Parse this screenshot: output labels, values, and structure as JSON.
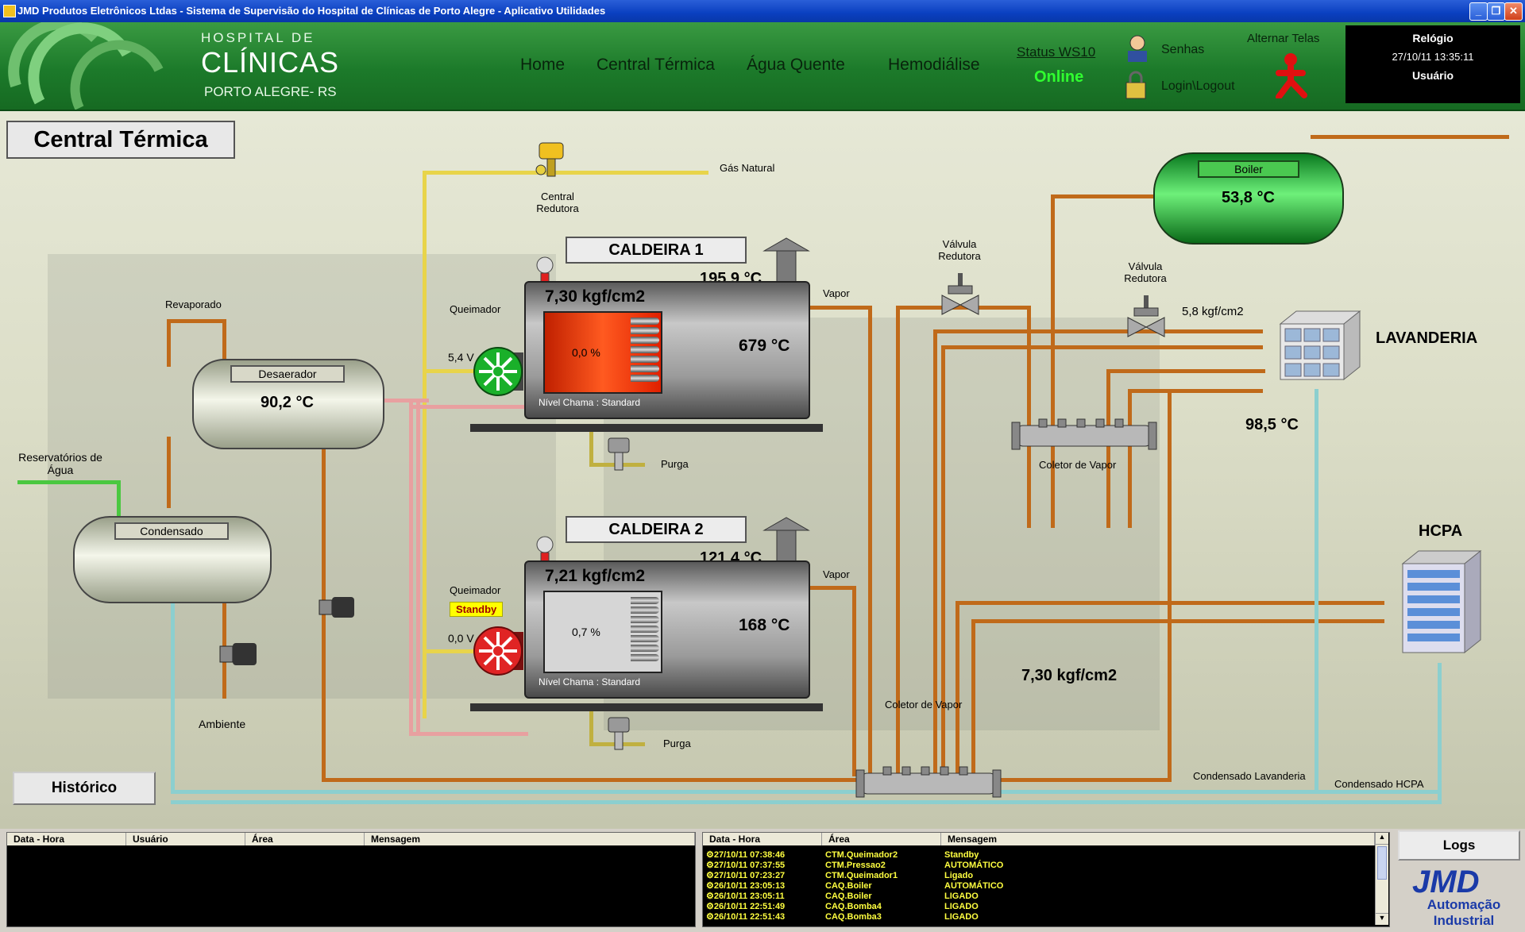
{
  "window": {
    "title": "JMD Produtos Eletrônicos Ltdas - Sistema de Supervisão do Hospital de Clínicas de Porto Alegre - Aplicativo Utilidades"
  },
  "header": {
    "logo_line1": "HOSPITAL DE",
    "logo_line2": "CLÍNICAS",
    "logo_line3": "PORTO ALEGRE- RS",
    "nav": [
      "Home",
      "Central Térmica",
      "Água Quente",
      "Hemodiálise"
    ],
    "status_label": "Status WS10",
    "status_value": "Online",
    "senhas": "Senhas",
    "login": "Login\\Logout",
    "alternar": "Alternar Telas",
    "relogio_label": "Relógio",
    "relogio_value": "27/10/11 13:35:11",
    "usuario_label": "Usuário"
  },
  "page": {
    "title": "Central Térmica",
    "historico": "Histórico"
  },
  "diagram": {
    "gas_natural": "Gás Natural",
    "central_redutora": "Central Redutora",
    "revaporado": "Revaporado",
    "desaerador": {
      "label": "Desaerador",
      "value": "90,2 °C"
    },
    "reservatorios": "Reservatórios de Água",
    "condensado": {
      "label": "Condensado"
    },
    "ambiente": "Ambiente",
    "caldeira1": {
      "title": "CALDEIRA 1",
      "temp_top": "195,9 °C",
      "pressure": "7,30 kgf/cm2",
      "flame_pct": "0,0 %",
      "temp_body": "679 °C",
      "nivel": "Nível Chama :  Standard",
      "queimador": "Queimador",
      "volt": "5,4 V",
      "vapor": "Vapor",
      "purga": "Purga"
    },
    "caldeira2": {
      "title": "CALDEIRA 2",
      "temp_top": "121,4 °C",
      "pressure": "7,21 kgf/cm2",
      "flame_pct": "0,7 %",
      "temp_body": "168 °C",
      "nivel": "Nível Chama :  Standard",
      "queimador": "Queimador",
      "standby": "Standby",
      "volt": "0,0 V",
      "vapor": "Vapor",
      "purga": "Purga"
    },
    "valvula1": "Válvula Redutora",
    "valvula2": "Válvula Redutora",
    "valv2_pressure": "5,8 kgf/cm2",
    "boiler": {
      "label": "Boiler",
      "value": "53,8 °C"
    },
    "lavanderia": "LAVANDERIA",
    "lav_temp": "98,5 °C",
    "coletor1": "Coletor de Vapor",
    "coletor2": "Coletor de Vapor",
    "coletor2_pressure": "7,30 kgf/cm2",
    "hcpa": "HCPA",
    "cond_lavanderia": "Condensado Lavanderia",
    "cond_hcpa": "Condensado HCPA"
  },
  "logs": {
    "left_headers": [
      "Data - Hora",
      "Usuário",
      "Área",
      "Mensagem"
    ],
    "right_headers": [
      "Data - Hora",
      "Área",
      "Mensagem"
    ],
    "rows": [
      {
        "dt": "27/10/11 07:38:46",
        "area": "CTM.Queimador2",
        "msg": "Standby"
      },
      {
        "dt": "27/10/11 07:37:55",
        "area": "CTM.Pressao2",
        "msg": "AUTOMÁTICO"
      },
      {
        "dt": "27/10/11 07:23:27",
        "area": "CTM.Queimador1",
        "msg": "Ligado"
      },
      {
        "dt": "26/10/11 23:05:13",
        "area": "CAQ.Boiler",
        "msg": "AUTOMÁTICO"
      },
      {
        "dt": "26/10/11 23:05:11",
        "area": "CAQ.Boiler",
        "msg": "LIGADO"
      },
      {
        "dt": "26/10/11 22:51:49",
        "area": "CAQ.Bomba4",
        "msg": "LIGADO"
      },
      {
        "dt": "26/10/11 22:51:43",
        "area": "CAQ.Bomba3",
        "msg": "LIGADO"
      }
    ],
    "logs_button": "Logs",
    "brand1": "Automação",
    "brand2": "Industrial"
  }
}
